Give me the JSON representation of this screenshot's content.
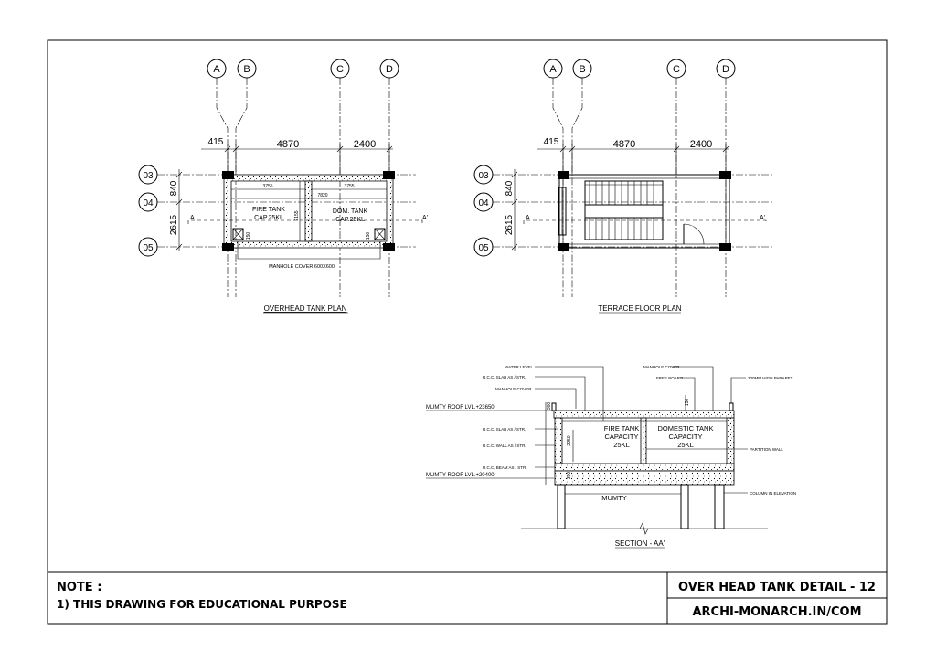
{
  "plan1": {
    "title": "OVERHEAD TANK PLAN",
    "grid_cols": [
      "A",
      "B",
      "C",
      "D"
    ],
    "grid_rows": [
      "03",
      "04",
      "05"
    ],
    "dims_top": [
      "415",
      "4870",
      "2400"
    ],
    "dims_left": [
      "840",
      "2615"
    ],
    "inner_dims": [
      "3755",
      "3755",
      "7820",
      "2155",
      "150",
      "150"
    ],
    "fire_tank": [
      "FIRE TANK",
      "CAP.25KL"
    ],
    "dom_tank": [
      "DOM. TANK",
      "CAP.25KL"
    ],
    "manhole_note": "MANHOLE COVER 600X600",
    "section_marks": [
      "A",
      "A'"
    ]
  },
  "plan2": {
    "title": "TERRACE FLOOR PLAN",
    "grid_cols": [
      "A",
      "B",
      "C",
      "D"
    ],
    "grid_rows": [
      "03",
      "04",
      "05"
    ],
    "dims_top": [
      "415",
      "4870",
      "2400"
    ],
    "dims_left": [
      "840",
      "2615"
    ],
    "section_marks": [
      "A",
      "A'"
    ]
  },
  "section": {
    "title": "SECTION - AA'",
    "labels_left": [
      "WATER LEVEL",
      "R.C.C. SLAB AS / STR.",
      "MANHOLE COVER",
      "R.C.C. SLAB AS / STR.",
      "R.C.C. WALL AS / STR.",
      "R.C.C. BEAM AS / STR."
    ],
    "level_top": "MUMTY ROOF LVL.+23650",
    "level_bottom": "MUMTY ROOF LVL.+20400",
    "labels_right": [
      "MANHOLE COVER",
      "FREE BOARD",
      "300MM HIGH PARAPET",
      "PARTITION WALL",
      "COLUMN IN ELEVATION"
    ],
    "fire_tank": [
      "FIRE TANK",
      "CAPACITY",
      "25KL"
    ],
    "domestic_tank": [
      "DOMESTIC TANK",
      "CAPACITY",
      "25KL"
    ],
    "mumty": "MUMTY",
    "dims": [
      "300",
      "2250",
      "150",
      "300"
    ]
  },
  "footer": {
    "note_title": "NOTE :",
    "note_line": "1) THIS DRAWING FOR EDUCATIONAL PURPOSE",
    "drawing_title": "OVER HEAD TANK DETAIL - 12",
    "website": "ARCHI-MONARCH.IN/COM"
  }
}
